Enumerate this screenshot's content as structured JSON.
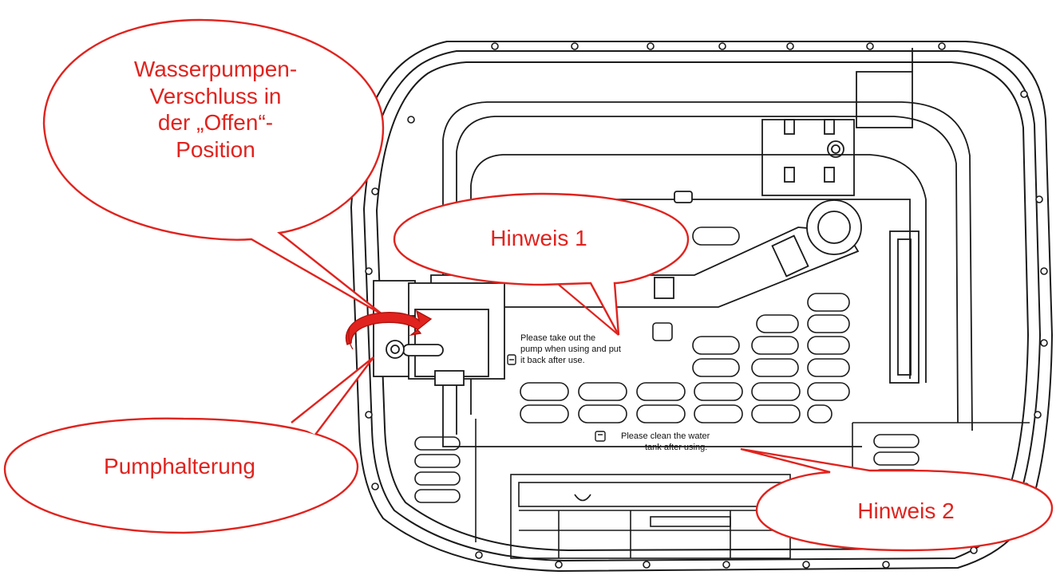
{
  "colors": {
    "callout": "#e0231e",
    "callout_fill": "#ffffff",
    "arrow": "#e0231e",
    "line_art": "#1a1a1a"
  },
  "callouts": {
    "pump_lock": [
      "Wasserpumpen-",
      "Verschluss in",
      "der „Offen“-",
      "Position"
    ],
    "note1": "Hinweis 1",
    "note2": "Hinweis 2",
    "pump_holder": "Pumphalterung"
  },
  "device_text": {
    "note1": [
      "Please take out the",
      "pump when using and put",
      "it back after use."
    ],
    "note2": [
      "Please clean the water",
      "tank after using."
    ]
  }
}
